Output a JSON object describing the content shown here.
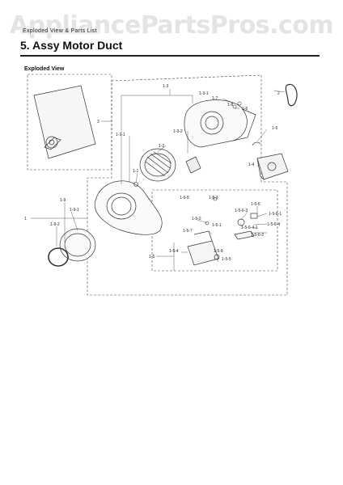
{
  "watermark": "AppliancePartsPros.com",
  "header_label": "Exploded View & Parts List",
  "section_title": "5.  Assy Motor Duct",
  "subheading": "Exploded View",
  "labels": {
    "l1": "1",
    "l1_1": "1-1",
    "l1_1_1": "1-1-1",
    "l1_2": "1-2",
    "l1_3": "1-3",
    "l1_3_1": "1-3-1",
    "l1_3_2": "1-3-2",
    "l1_4": "1-4",
    "l1_5": "1-5",
    "l1_6": "1-6",
    "l1_7": "1-7",
    "l1_8": "1-8",
    "l1_9": "1-9",
    "l1_9_1": "1-9-1",
    "l1_9_2": "1-9-2",
    "l2": "2",
    "l3": "3",
    "l1_5_1": "1-5-1",
    "l1_5_2": "1-5-2",
    "l1_5_3": "1-5-3",
    "l1_5_4": "1-5-4",
    "l1_5_5": "1-5-5",
    "l1_5_6": "1-5-6",
    "l1_5_6_1": "1-5-6-1",
    "l1_5_6_2": "1-5-6-2",
    "l1_5_6_3": "1-5-6-3",
    "l1_5_6_4": "1-5-6-4",
    "l1_5_6_4_1": "1-5-6-4-1",
    "l1_5_7": "1-5-7",
    "l1_5_8": "1-5-8",
    "l1_5_9": "1-5-9"
  }
}
